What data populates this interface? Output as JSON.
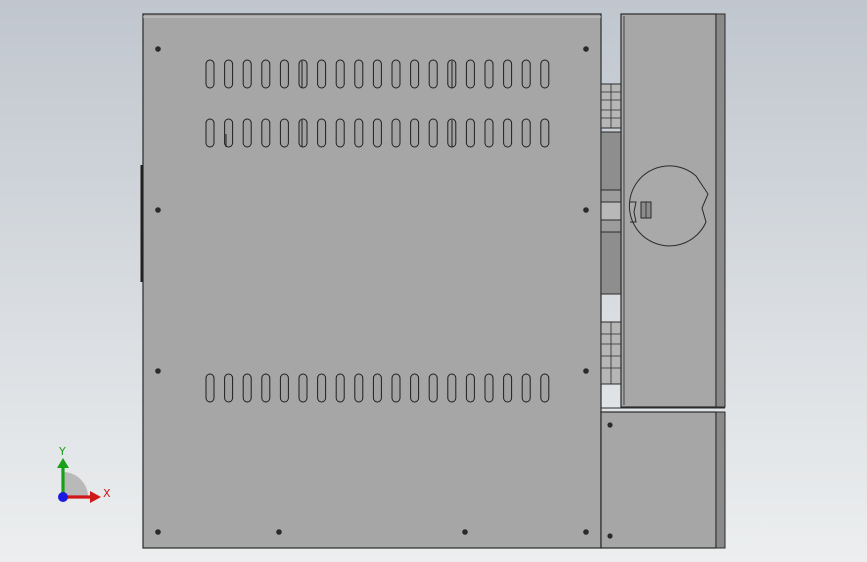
{
  "viewport": {
    "background_top": "#c0c6ce",
    "background_bottom": "#eceeef"
  },
  "model": {
    "body_fill": "#a6a6a6",
    "body_stroke": "#2a2a2a",
    "side_fill": "#a7a7a7",
    "dark_strip": "#8a8a8a",
    "slot_rows": 3,
    "slots_per_row": 19
  },
  "triad": {
    "x_label": "X",
    "y_label": "Y",
    "x_color": "#d01818",
    "y_color": "#18a018",
    "z_color": "#1a1ae0",
    "icon": "coordinate-triad-icon"
  }
}
